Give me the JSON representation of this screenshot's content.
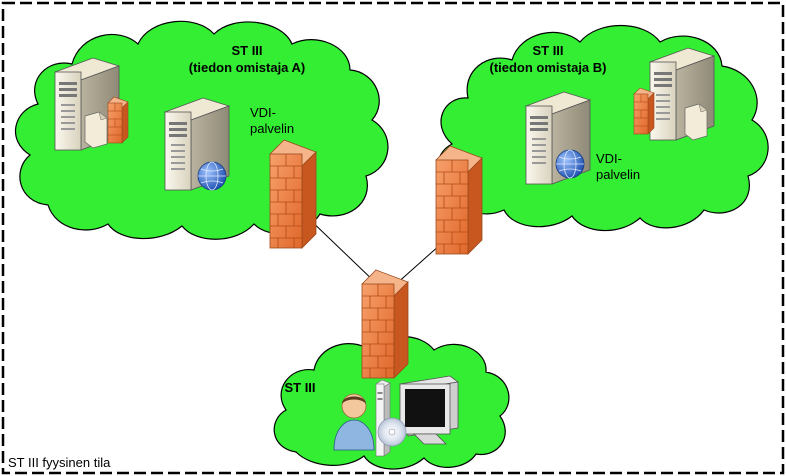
{
  "boundary": {
    "label": "ST III fyysinen tila"
  },
  "clouds": {
    "a": {
      "title": "ST III",
      "subtitle": "(tiedon omistaja A)",
      "vdi_line1": "VDI-",
      "vdi_line2": "palvelin"
    },
    "b": {
      "title": "ST III",
      "subtitle": "(tiedon omistaja B)",
      "vdi_line1": "VDI-",
      "vdi_line2": "palvelin"
    },
    "c": {
      "title": "ST III"
    }
  },
  "colors": {
    "cloud_fill": "#33ee33",
    "cloud_stroke": "#000000",
    "firewall": "#f07b3a",
    "boundary": "#000000"
  },
  "icons": [
    "server-icon",
    "firewall-icon",
    "globe-icon",
    "document-icon",
    "user-icon",
    "workstation-icon",
    "disc-icon"
  ]
}
